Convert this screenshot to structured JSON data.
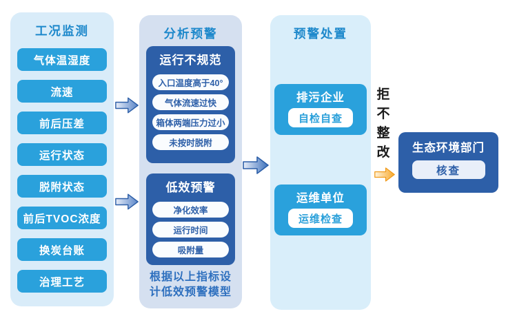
{
  "columns": [
    {
      "header": "工况监测",
      "items": [
        "气体温湿度",
        "流速",
        "前后压差",
        "运行状态",
        "脱附状态",
        "前后TVOC浓度",
        "换炭台账",
        "治理工艺"
      ]
    },
    {
      "header": "分析预警",
      "groups": [
        {
          "title": "运行不规范",
          "items": [
            "入口温度高于40°",
            "气体流速过快",
            "箱体两端压力过小",
            "未按时脱附"
          ]
        },
        {
          "title": "低效预警",
          "items": [
            "净化效率",
            "运行时间",
            "吸附量"
          ]
        }
      ],
      "note_lines": [
        "根据以上指标设",
        "计低效预警模型"
      ]
    },
    {
      "header": "预警处置",
      "entities": [
        {
          "title": "排污企业",
          "action": "自检自查"
        },
        {
          "title": "运维单位",
          "action": "运维检查"
        }
      ]
    }
  ],
  "escalation": {
    "condition": "拒不整改",
    "target": {
      "title": "生态环境部门",
      "action": "核查"
    }
  },
  "colors": {
    "panel_light_blue": "#d9ecf9",
    "panel_periwinkle": "#d5e0f0",
    "sky_blue": "#2aa1dc",
    "dark_navy": "#2d5fa8",
    "header_text": "#1d88cb",
    "note_text": "#2d6fbe",
    "escalation_text": "#1b1b1b",
    "orange_arrow": "#f6a21e"
  }
}
